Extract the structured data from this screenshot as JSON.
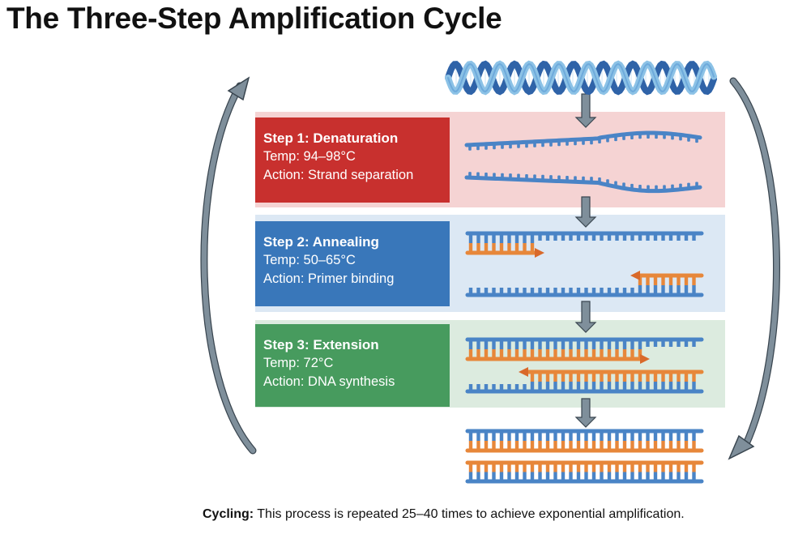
{
  "title": "The Three-Step Amplification Cycle",
  "colors": {
    "step1_box": "#c8302e",
    "step1_panel": "#f5d3d3",
    "step2_box": "#3977ba",
    "step2_panel": "#dce8f4",
    "step3_box": "#479b5e",
    "step3_panel": "#dcebdf",
    "dna_blue": "#3f7fc2",
    "dna_light_blue": "#8cc2e6",
    "primer_orange": "#e7873a",
    "arrow_gray": "#7f8f9b"
  },
  "steps": [
    {
      "title": "Step 1: Denaturation",
      "temp": "Temp: 94–98°C",
      "action": "Action: Strand separation",
      "illustration": "separated-strands"
    },
    {
      "title": "Step 2: Annealing",
      "temp": "Temp: 50–65°C",
      "action": "Action: Primer binding",
      "illustration": "primers-bound"
    },
    {
      "title": "Step 3: Extension",
      "temp": "Temp: 72°C",
      "action": "Action: DNA synthesis",
      "illustration": "strands-extending"
    }
  ],
  "top_illustration": "double-helix",
  "bottom_illustration": "two-double-stranded-copies",
  "footer": {
    "label": "Cycling:",
    "text": " This process is repeated 25–40 times to achieve exponential amplification."
  }
}
